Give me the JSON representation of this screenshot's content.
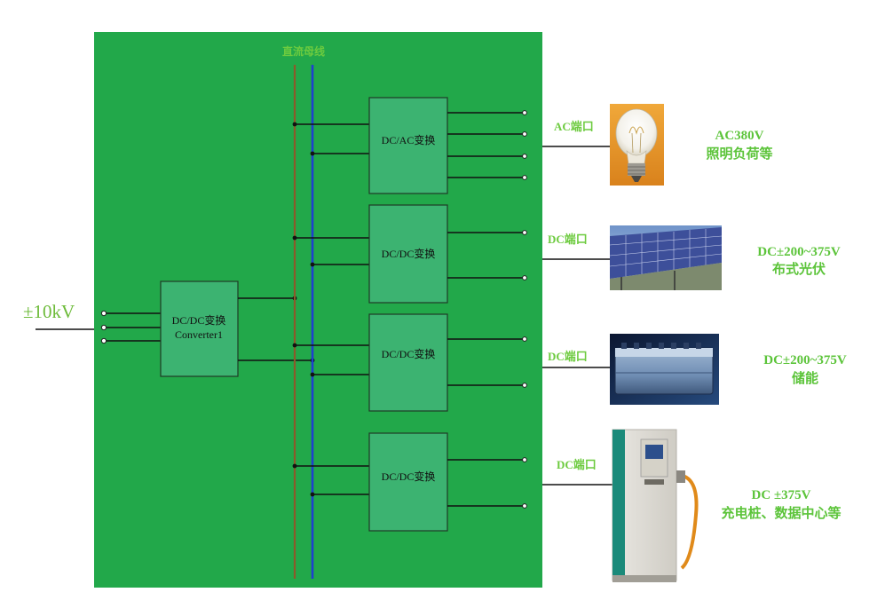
{
  "input": {
    "voltage": "±10kV"
  },
  "bus": {
    "label": "直流母线"
  },
  "converters": {
    "main": {
      "line1": "DC/DC变换",
      "line2": "Converter1"
    },
    "c1": "DC/AC变换",
    "c2": "DC/DC变换",
    "c3": "DC/DC变换",
    "c4": "DC/DC变换"
  },
  "ports": {
    "p1": "AC端口",
    "p2": "DC端口",
    "p3": "DC端口",
    "p4": "DC端口"
  },
  "loads": {
    "l1": {
      "line1": "AC380V",
      "line2": "照明负荷等"
    },
    "l2": {
      "line1": "DC±200~375V",
      "line2": "布式光伏"
    },
    "l3": {
      "line1": "DC±200~375V",
      "line2": "储能"
    },
    "l4": {
      "line1": "DC ±375V",
      "line2": "充电桩、数据中心等"
    }
  },
  "colors": {
    "panel": "#22a84a",
    "box": "#3cb371",
    "bus_brown": "#8b5a2b",
    "bus_blue": "#1e3fd0",
    "label_green": "#5cc43a"
  },
  "icons": [
    "light-bulb-icon",
    "solar-panel-icon",
    "battery-icon",
    "charging-station-icon"
  ]
}
